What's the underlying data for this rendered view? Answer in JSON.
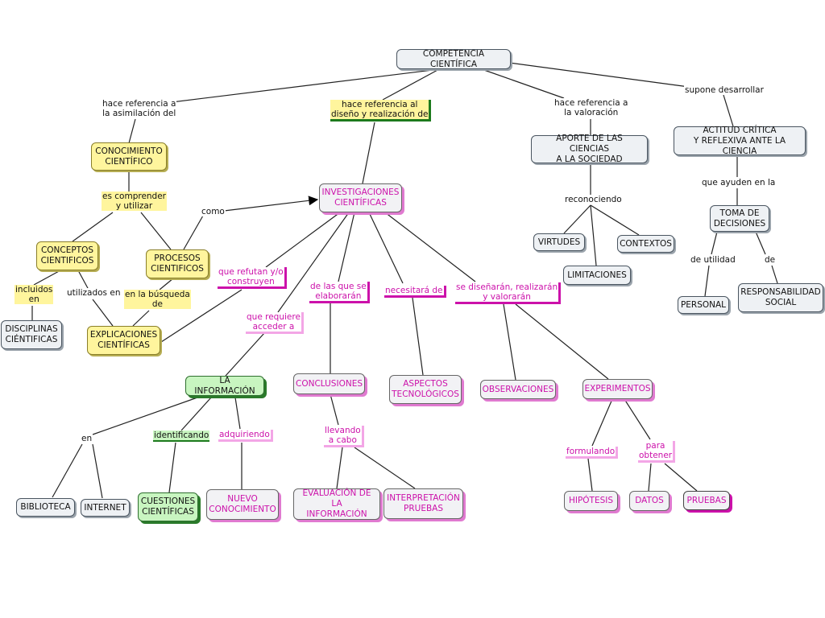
{
  "nodes": {
    "competencia": "COMPETENCIA CIENTÍFICA",
    "conocimiento": "CONOCIMIENTO\nCIENTÍFICO",
    "investigaciones": "INVESTIGACIONES\nCIENTÍFICAS",
    "aporte": "APORTE DE LAS CIENCIAS\nA LA SOCIEDAD",
    "actitud": "ACTITUD CRÍTICA\nY REFLEXIVA ANTE LA CIENCIA",
    "conceptos": "CONCEPTOS\nCIENTIFICOS",
    "procesos": "PROCESOS\nCIENTIFICOS",
    "disciplinas": "DISCIPLINAS\nCIÉNTIFICAS",
    "explicaciones": "EXPLICACIONES\nCIENTÍFICAS",
    "virtudes": "VIRTUDES",
    "contextos": "CONTEXTOS",
    "limitaciones": "LIMITACIONES",
    "toma": "TOMA DE\nDECISIONES",
    "personal": "PERSONAL",
    "responsabilidad": "RESPONSABILIDAD\nSOCIAL",
    "informacion": "LA INFORMACIÓN",
    "conclusiones": "CONCLUSIONES",
    "aspectos": "ASPECTOS\nTECNOLÓGICOS",
    "observaciones": "OBSERVACIONES",
    "experimentos": "EXPERIMENTOS",
    "biblioteca": "BIBLIOTECA",
    "internet": "INTERNET",
    "cuestiones": "CUESTIONES\nCIENTÍFICAS",
    "nuevo": "NUEVO\nCONOCIMIENTO",
    "evaluacion": "EVALUACIÓN DE LA\nINFORMACIÓN",
    "interpretacion": "INTERPRETACIÓN\nPRUEBAS",
    "hipotesis": "HIPÓTESIS",
    "datos": "DATOS",
    "pruebas": "PRUEBAS"
  },
  "links": {
    "asimilacion": "hace referencia a\nla asimilación del",
    "diseno": "hace referencia al\ndiseño y realización de",
    "valoracion": "hace referencia a\nla valoración",
    "supone": "supone desarrollar",
    "comprender": "es comprender\ny utilizar",
    "como": "como",
    "incluidos": "incluidos\nen",
    "utilizados": "utilizados en",
    "busqueda": "en la búsqueda\nde",
    "refutan": "que refutan y/o\nconstruyen",
    "requiere": "que requiere\nacceder a",
    "elaboraran": "de las que se\nelaborarán",
    "necesitara": "necesitará de",
    "disenaran": "se diseñarán, realizarán\ny valorarán",
    "reconociendo": "reconociendo",
    "ayuden": "que ayuden en la",
    "utilidad": "de utilidad",
    "de": "de",
    "en": "en",
    "identificando": "identificando",
    "adquiriendo": "adquiriendo",
    "llevando": "llevando\na cabo",
    "formulando": "formulando",
    "para_obtener": "para\nobtener"
  }
}
